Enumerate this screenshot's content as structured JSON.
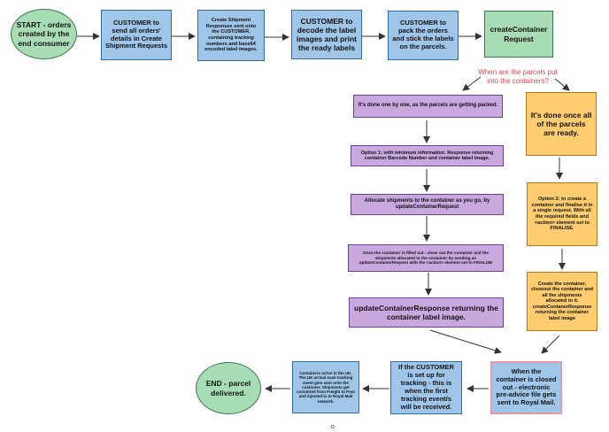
{
  "nodes": {
    "start": "START - orders created by the end consumer",
    "send_details": "CUSTOMER to send all orders' details in Create Shipment Requests",
    "shipment_responses": "Create Shipment Responses sent onto the CUSTOMER, containing tracking numbers and base64 encoded label images.",
    "decode_labels": "CUSTOMER to decode the label images and print the ready labels",
    "pack_orders": "CUSTOMER to pack the orders and stick the labels on the parcels.",
    "create_container": "createContainer Request",
    "one_by_one": "It's done one by one, as the parcels are getting packed.",
    "option1": "Option 1: with minimum information. Response returning container Barcode Number and container label image.",
    "allocate": "Allocate shipments to the container as you go, by updateContainerRequest",
    "filled_out": "Once the container is filled out - close out the container and the shipments allocated to the container by sending an updateContainerRequest with the <action> element set to FINALISE",
    "update_response": "updateContainerResponse returning the container label image.",
    "done_once": "It's done once all of the parcels are ready.",
    "option2": "Option 2: to create a container and finalise it in a single request. With all the required fields and <action> element set to FINALISE.",
    "create_closeout": "Create the container, closeout the container and all the shipments allocated to it. createContanerResponse returning the container label image",
    "container_closed": "When the container is closed out - electronic pre-advice file gets sent to Royal Mail.",
    "tracking": "If the CUSTOMER is set up for tracking - this is when the first tracking event/s will be received.",
    "uk_arrival": "Containers arrive in the UK. The UK arrival scan tracking event gets sent onto the customer. Shipments get converted from Freight to Post and injected in to Royal Mail network.",
    "end": "END - parcel delivered."
  },
  "question": "When are the parcels put into the containers?",
  "stray_mark": "o"
}
